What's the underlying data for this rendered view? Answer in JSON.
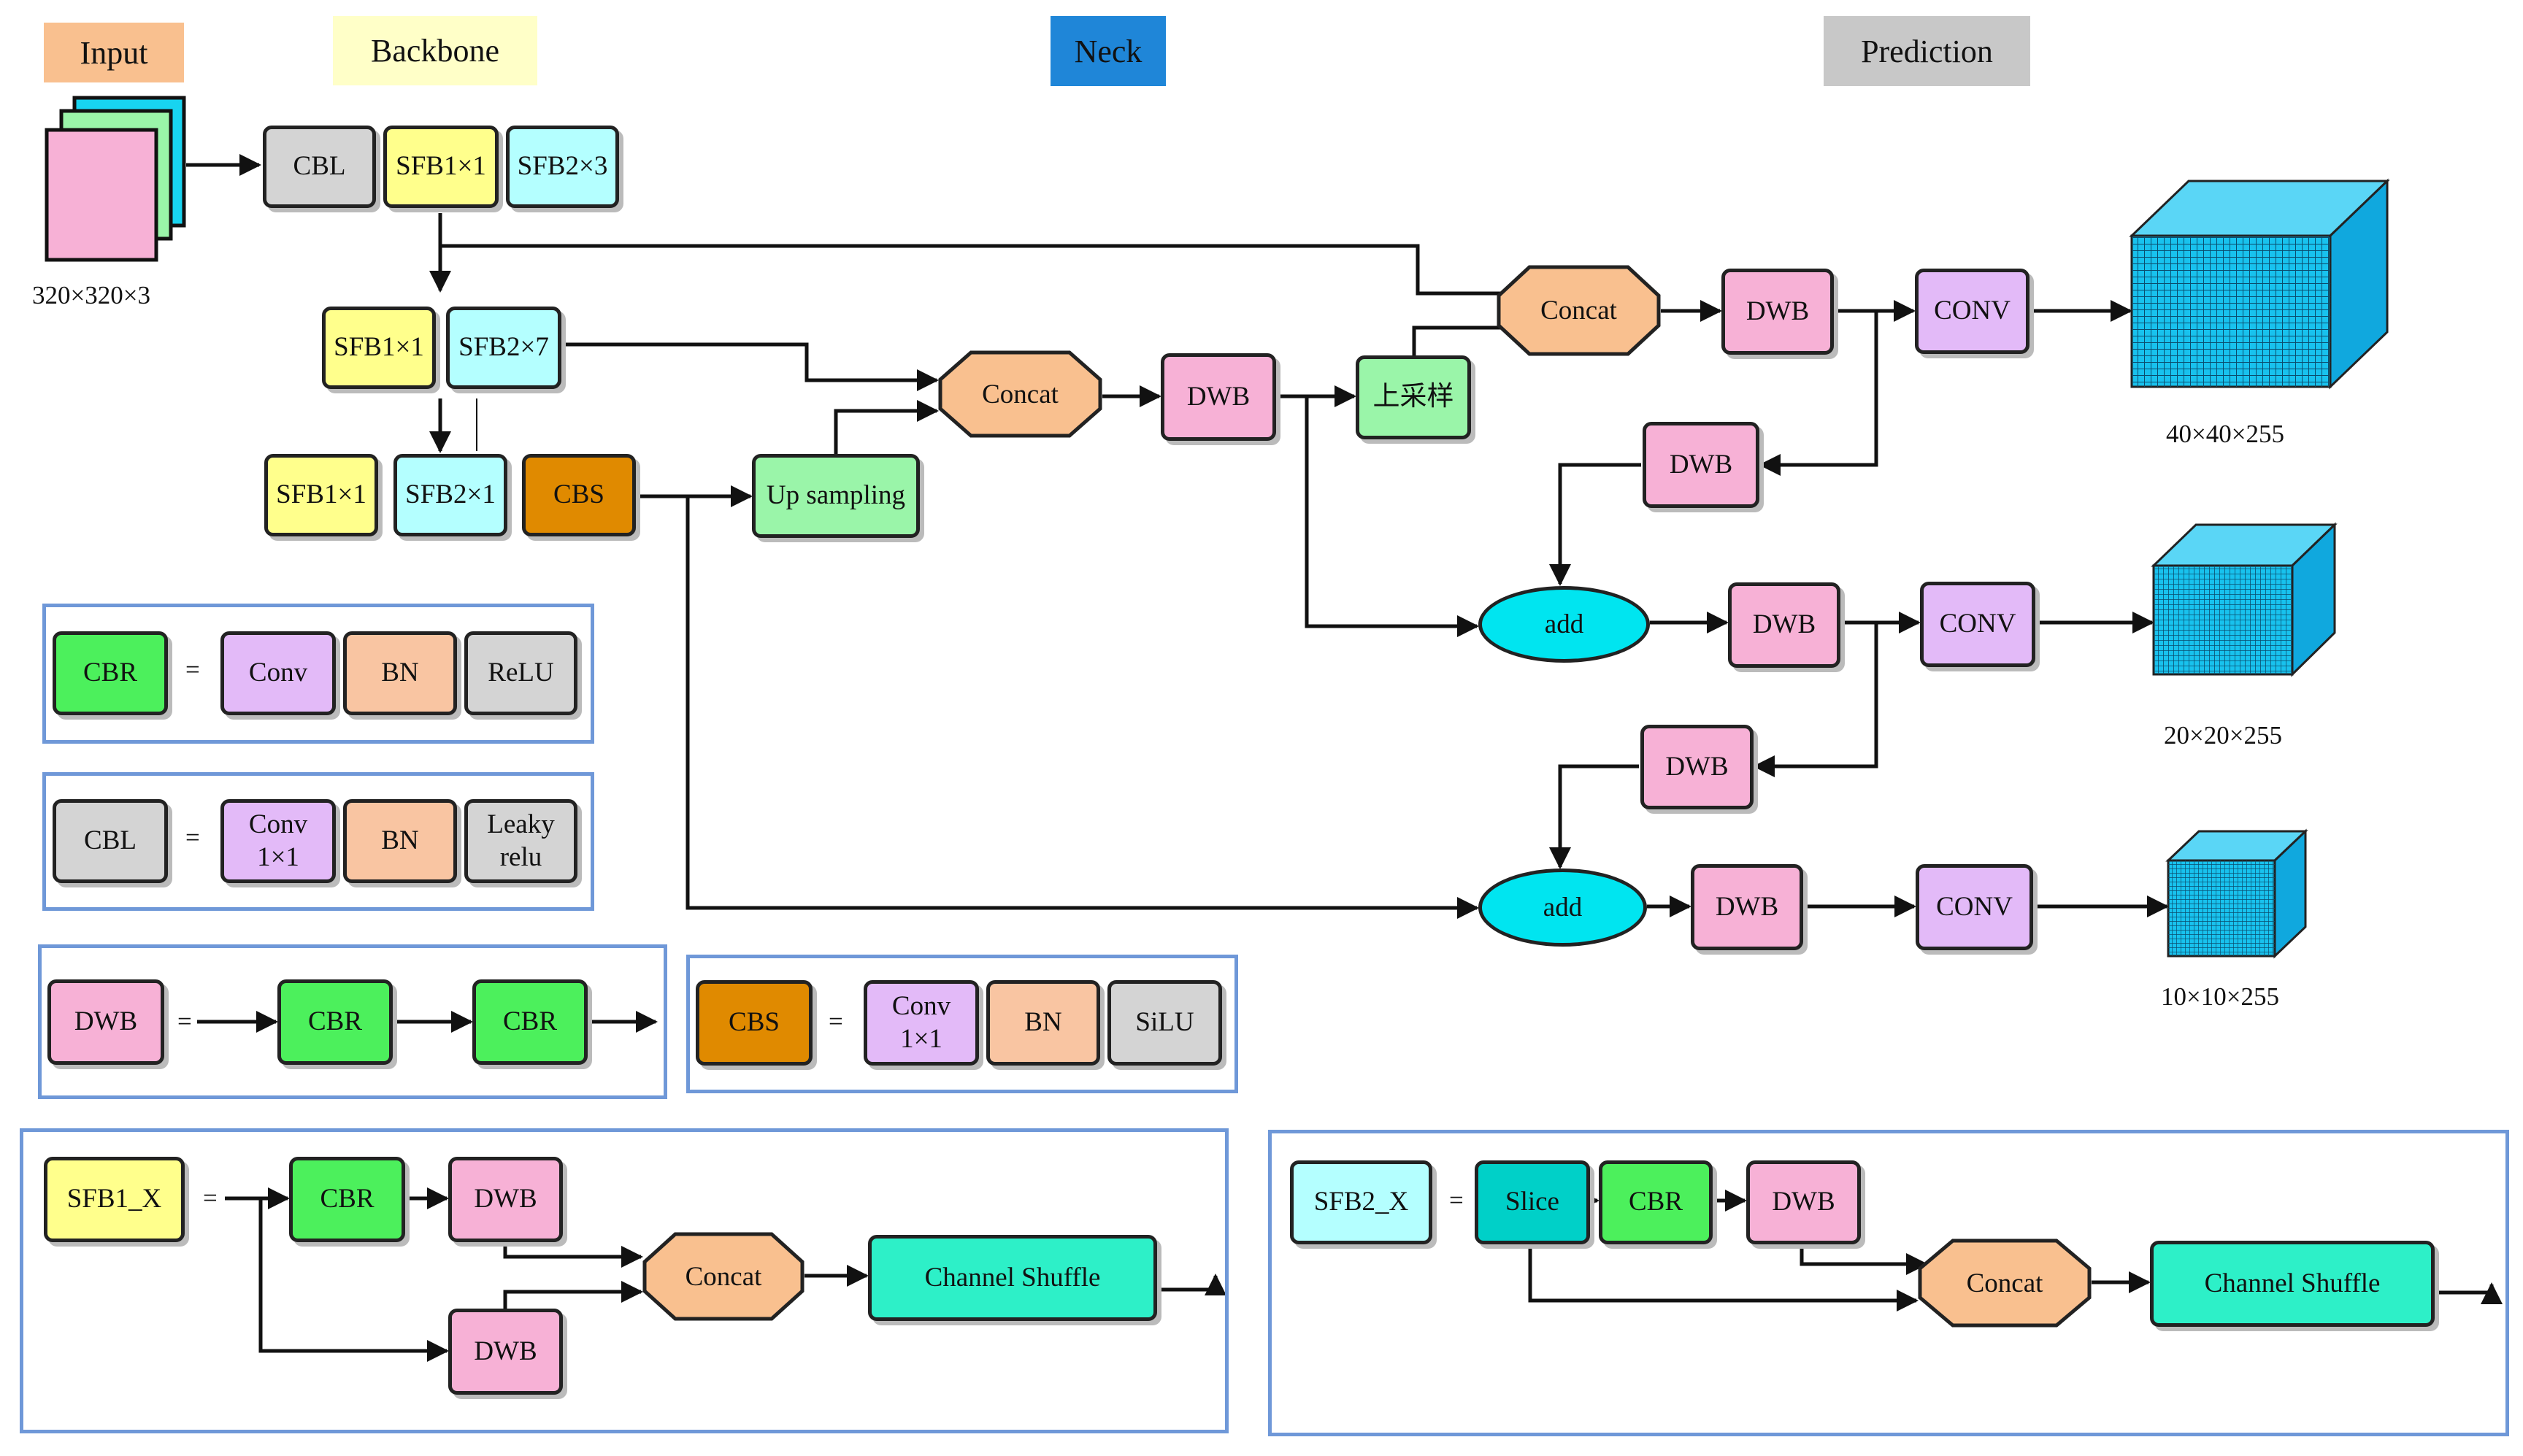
{
  "headers": {
    "input": "Input",
    "backbone": "Backbone",
    "neck": "Neck",
    "prediction": "Prediction"
  },
  "input": {
    "size_label": "320×320×3"
  },
  "backbone": {
    "cbl": "CBL",
    "sfb1x1_a": "SFB1×1",
    "sfb2x3": "SFB2×3",
    "sfb1x1_b": "SFB1×1",
    "sfb2x7": "SFB2×7",
    "sfb1x1_c": "SFB1×1",
    "sfb2x1": "SFB2×1",
    "cbs": "CBS"
  },
  "neck": {
    "up_sampling": "Up sampling",
    "concat_mid": "Concat",
    "dwb_mid": "DWB",
    "upsample_cn": "上采样",
    "concat_top": "Concat",
    "dwb_top": "DWB",
    "dwb_feedback1": "DWB",
    "add1": "add",
    "dwb_row2": "DWB",
    "dwb_feedback2": "DWB",
    "add2": "add",
    "dwb_row3": "DWB"
  },
  "prediction": {
    "conv1": "CONV",
    "conv2": "CONV",
    "conv3": "CONV",
    "out1": "40×40×255",
    "out2": "20×20×255",
    "out3": "10×10×255"
  },
  "legend": {
    "equals": "=",
    "cbr": {
      "name": "CBR",
      "parts": [
        "Conv",
        "BN",
        "ReLU"
      ]
    },
    "cbl": {
      "name": "CBL",
      "parts": [
        "Conv\n1×1",
        "BN",
        "Leaky\nrelu"
      ]
    },
    "dwb": {
      "name": "DWB",
      "parts": [
        "CBR",
        "CBR"
      ]
    },
    "cbs": {
      "name": "CBS",
      "parts": [
        "Conv\n1×1",
        "BN",
        "SiLU"
      ]
    },
    "sfb1": {
      "name": "SFB1_X",
      "cbr": "CBR",
      "dwb_a": "DWB",
      "dwb_b": "DWB",
      "concat": "Concat",
      "shuffle": "Channel Shuffle"
    },
    "sfb2": {
      "name": "SFB2_X",
      "slice": "Slice",
      "cbr": "CBR",
      "dwb": "DWB",
      "concat": "Concat",
      "shuffle": "Channel Shuffle"
    }
  },
  "colors": {
    "input_hdr": "#f9c08f",
    "backbone_hdr": "#ffffc8",
    "neck_hdr": "#1f86d8",
    "prediction_hdr": "#c8c8c8",
    "gray": "#d4d4d4",
    "yellow": "#ffff8c",
    "cyan_light": "#b4ffff",
    "orange": "#e08a00",
    "green_light": "#9af5a9",
    "orange_light": "#f9c08f",
    "pink": "#f7b1d6",
    "lavender": "#e3baf8",
    "green": "#4cf05c",
    "salmon": "#f9c5a2",
    "teal": "#00d8c8",
    "cyan": "#00e5f0",
    "cube": "#18c2ee"
  }
}
